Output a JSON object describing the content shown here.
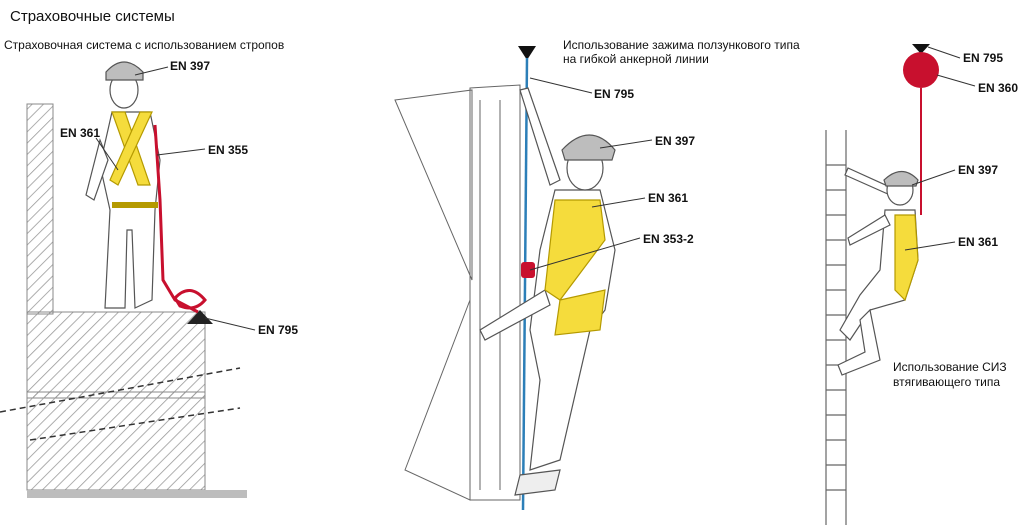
{
  "title": "Страховочные системы",
  "captions": {
    "lanyard": "Страховочная система с использованием стропов",
    "slider_line1": "Использование зажима ползункового типа",
    "slider_line2": "на гибкой анкерной линии",
    "retract_line1": "Использование СИЗ",
    "retract_line2": "втягивающего типа"
  },
  "labels": {
    "s1_en397": "EN 397",
    "s1_en361": "EN 361",
    "s1_en355": "EN 355",
    "s1_en795": "EN 795",
    "s2_en795": "EN 795",
    "s2_en397": "EN 397",
    "s2_en361": "EN 361",
    "s2_en353": "EN 353-2",
    "s3_en795": "EN 795",
    "s3_en360": "EN 360",
    "s3_en397": "EN 397",
    "s3_en361": "EN 361"
  },
  "colors": {
    "harness": "#f5dc3c",
    "lanyard": "#c8102e",
    "rope": "#2c7fb8",
    "helmet": "#bdbdbd",
    "hatch": "#9a9a9a"
  }
}
